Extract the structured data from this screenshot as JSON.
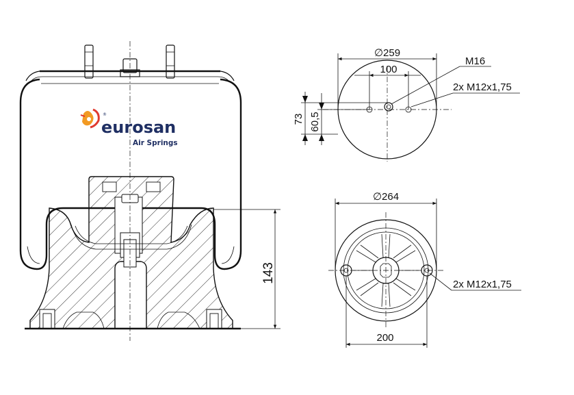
{
  "brand": {
    "name": "eurosan",
    "subtitle": "Air Springs",
    "registered_mark": "®",
    "colors": {
      "navy": "#1f2f63",
      "orange": "#f29a23",
      "red": "#e03a2f"
    }
  },
  "side_view": {
    "height_label": "143"
  },
  "top_view": {
    "diameter_label": "∅259",
    "bolt_spacing_label": "100",
    "center_thread_label": "M16",
    "bolt_thread_label": "2x M12x1,75",
    "offset_outer_label": "73",
    "offset_inner_label": "60,5"
  },
  "bottom_view": {
    "diameter_label": "∅264",
    "bolt_thread_label": "2x M12x1,75",
    "bolt_spacing_label": "200"
  }
}
